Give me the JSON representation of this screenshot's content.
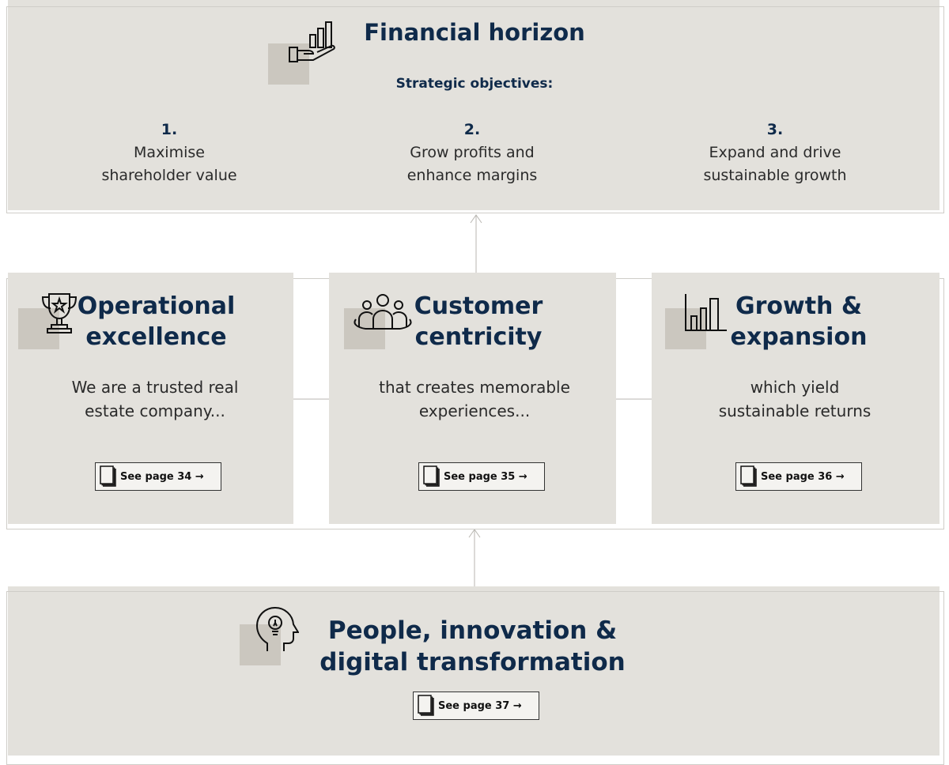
{
  "financial": {
    "title": "Financial horizon",
    "subtitle": "Strategic objectives:",
    "objectives": [
      {
        "num": "1.",
        "line1": "Maximise",
        "line2": "shareholder value"
      },
      {
        "num": "2.",
        "line1": "Grow profits and",
        "line2": "enhance margins"
      },
      {
        "num": "3.",
        "line1": "Expand and drive",
        "line2": "sustainable growth"
      }
    ]
  },
  "pillars": [
    {
      "title_line1": "Operational",
      "title_line2": "excellence",
      "desc_line1": "We are a trusted real",
      "desc_line2": "estate company...",
      "link": "See page 34 →",
      "icon": "trophy-icon"
    },
    {
      "title_line1": "Customer",
      "title_line2": "centricity",
      "desc_line1": "that creates memorable",
      "desc_line2": "experiences...",
      "link": "See page 35 →",
      "icon": "people-group-icon"
    },
    {
      "title_line1": "Growth &",
      "title_line2": "expansion",
      "desc_line1": "which yield",
      "desc_line2": "sustainable returns",
      "link": "See page 36 →",
      "icon": "bar-chart-icon"
    }
  ],
  "foundation": {
    "title_line1": "People, innovation &",
    "title_line2": "digital transformation",
    "link": "See page 37 →",
    "icon": "head-lightbulb-icon"
  },
  "colors": {
    "panel": "#e3e1dc",
    "accent": "#cbc7bf",
    "navy": "#0f2a4a"
  }
}
